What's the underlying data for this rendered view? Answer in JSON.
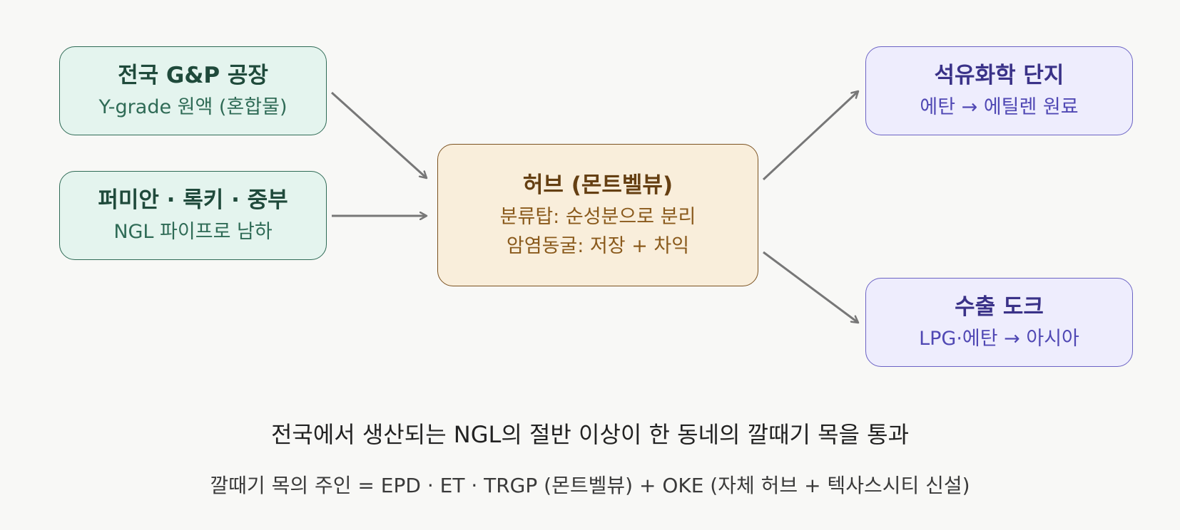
{
  "sources": [
    {
      "title": "전국 G&P 공장",
      "subtitle": "Y-grade 원액 (혼합물)"
    },
    {
      "title": "퍼미안 · 록키 · 중부",
      "subtitle": "NGL 파이프로 남하"
    }
  ],
  "hub": {
    "title": "허브 (몬트벨뷰)",
    "lines": [
      "분류탑: 순성분으로 분리",
      "암염동굴: 저장 + 차익"
    ]
  },
  "destinations": [
    {
      "title": "석유화학 단지",
      "subtitle": "에탄 → 에틸렌 원료"
    },
    {
      "title": "수출 도크",
      "subtitle": "LPG·에탄 → 아시아"
    }
  ],
  "caption": {
    "main": "전국에서 생산되는 NGL의 절반 이상이 한 동네의 깔때기 목을 통과",
    "sub": "깔때기 목의 주인 = EPD · ET · TRGP (몬트벨뷰) + OKE (자체 허브 + 텍사스시티 신설)"
  },
  "colors": {
    "source_fill": "#e4f4ee",
    "source_border": "#2f6b56",
    "hub_fill": "#f9eedb",
    "hub_border": "#7b5220",
    "destination_fill": "#eeedfd",
    "destination_border": "#6b63c4",
    "arrow": "#777777"
  }
}
